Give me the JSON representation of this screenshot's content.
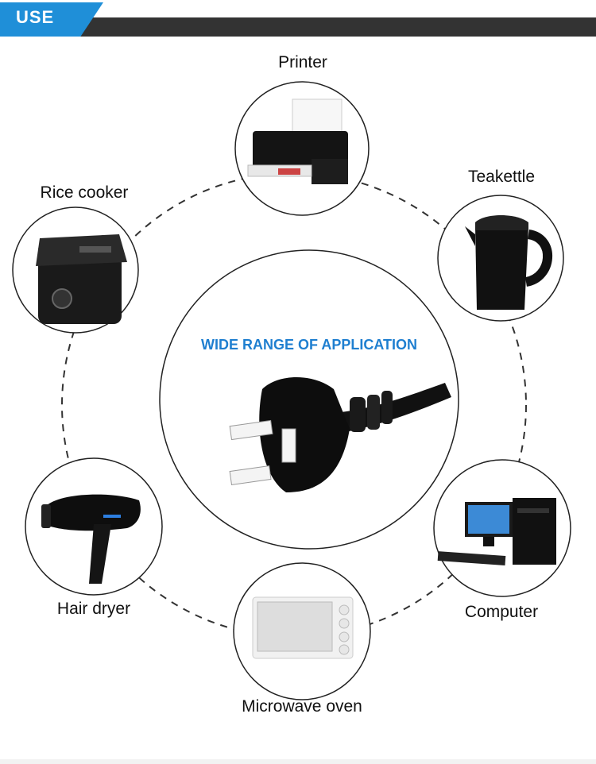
{
  "header": {
    "tag": "USE"
  },
  "center": {
    "title": "WIDE RANGE OF APPLICATION"
  },
  "devices": {
    "printer": "Printer",
    "teakettle": "Teakettle",
    "rice_cooker": "Rice cooker",
    "hair_dryer": "Hair dryer",
    "computer": "Computer",
    "microwave": "Microwave oven"
  }
}
